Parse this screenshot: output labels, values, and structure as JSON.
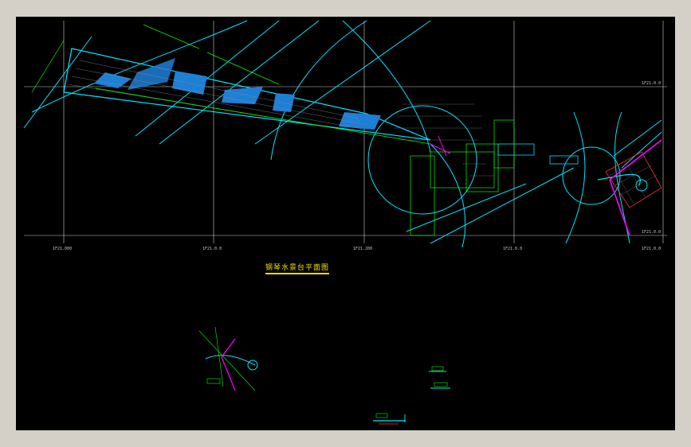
{
  "drawing": {
    "title": "钢琴水景台平面图"
  },
  "grid": {
    "x_labels": [
      "1F21.000",
      "1F21.0.0",
      "1F21.200",
      "1F21.0.0",
      "1F21.0.0"
    ],
    "y_labels": [
      "1F21.0.0",
      "1F21.0.0"
    ]
  },
  "colors": {
    "background": "#000000",
    "frame": "#d4d0c8",
    "cyan": "#00ffff",
    "green": "#00ff00",
    "magenta": "#ff00ff",
    "yellow": "#f5e000",
    "red": "#ff0000",
    "white": "#ffffff"
  }
}
